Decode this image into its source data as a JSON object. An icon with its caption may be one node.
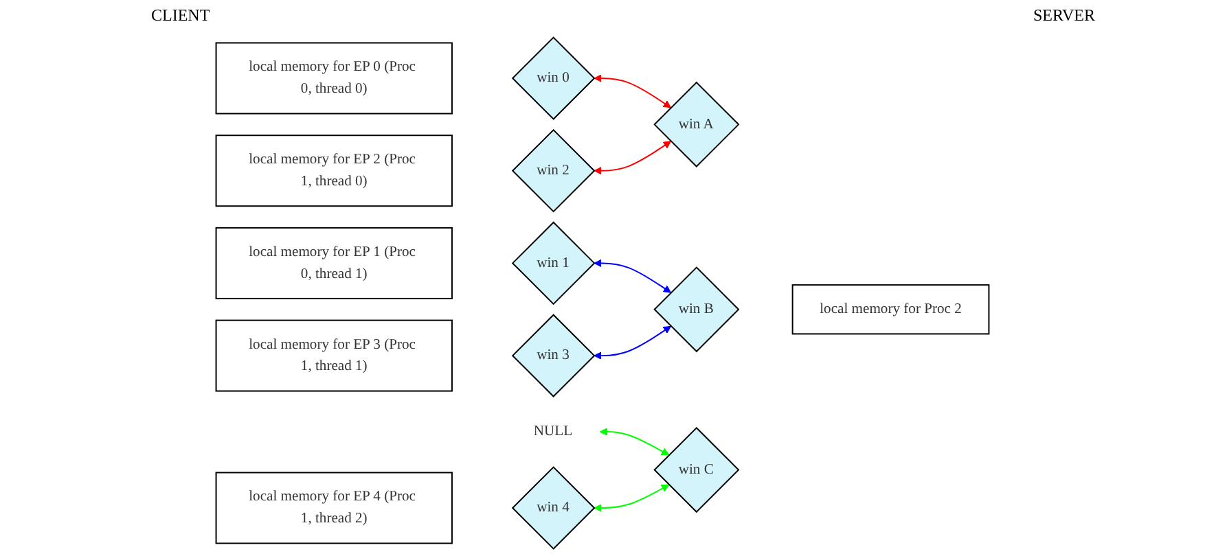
{
  "diagram": {
    "nodes": [
      {
        "text": [
          "local memory for EP 0 (Proc 0, thread 0)"
        ]
      },
      {
        "text": [
          "win 0"
        ]
      },
      {
        "text": [
          "local memory for EP 1 (Proc 0, thread 1)"
        ]
      },
      {
        "text": [
          "win 1"
        ]
      },
      {
        "text": [
          "NULL"
        ]
      },
      {
        "text": [
          "local memory for EP 2 (Proc 1, thread 0)"
        ]
      },
      {
        "text": [
          "win 2"
        ]
      },
      {
        "text": [
          "local memory for EP 3 (Proc 1, thread 1)"
        ]
      },
      {
        "text": [
          "win 3"
        ]
      },
      {
        "text": [
          "local memory for EP 4 (Proc 1, thread 2)"
        ]
      },
      {
        "text": [
          "win 4"
        ]
      },
      {
        "text": [
          "win A"
        ]
      },
      {
        "text": [
          "win B"
        ]
      },
      {
        "text": [
          "win C"
        ]
      },
      {
        "text": [
          "local memory for Proc 2"
        ]
      }
    ],
    "edges": [
      {
        "from": 1,
        "to": 11,
        "arrow": "both",
        "color": "#ff0000"
      },
      {
        "from": 3,
        "to": 12,
        "arrow": "both",
        "color": "#0000ff"
      },
      {
        "from": 4,
        "to": 13,
        "arrow": "both",
        "color": "#00ff00"
      },
      {
        "from": 6,
        "to": 11,
        "arrow": "both",
        "color": "#ff0000"
      },
      {
        "from": 8,
        "to": 12,
        "arrow": "both",
        "color": "#0000ff"
      },
      {
        "from": 10,
        "to": 13,
        "arrow": "both",
        "color": "#00ff00"
      }
    ],
    "labels": [
      "CLIENT",
      "SERVER"
    ]
  }
}
